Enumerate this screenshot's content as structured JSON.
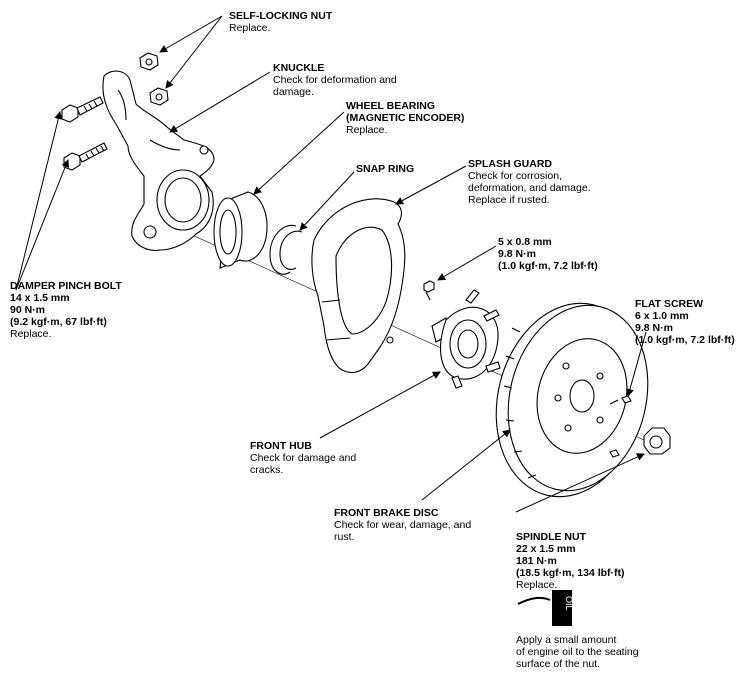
{
  "labels": {
    "self_locking_nut": {
      "title": "SELF-LOCKING NUT",
      "desc": [
        "Replace."
      ]
    },
    "knuckle": {
      "title": "KNUCKLE",
      "desc": [
        "Check for deformation and",
        "damage."
      ]
    },
    "wheel_bearing": {
      "title": "WHEEL BEARING",
      "title2": "(MAGNETIC ENCODER)",
      "desc": [
        "Replace."
      ]
    },
    "snap_ring": {
      "title": "SNAP RING",
      "desc": []
    },
    "splash_guard": {
      "title": "SPLASH GUARD",
      "desc": [
        "Check for corrosion,",
        "deformation, and damage.",
        "Replace if rusted."
      ]
    },
    "screw_5": {
      "spec": [
        "5 x 0.8 mm",
        "9.8 N·m",
        "(1.0 kgf·m, 7.2 lbf·ft)"
      ]
    },
    "flat_screw": {
      "title": "FLAT SCREW",
      "spec": [
        "6 x 1.0 mm",
        "9.8 N·m",
        "(1.0 kgf·m, 7.2 lbf·ft)"
      ]
    },
    "damper_pinch_bolt": {
      "title": "DAMPER PINCH BOLT",
      "spec": [
        "14 x 1.5 mm",
        "90 N·m",
        "(9.2 kgf·m, 67 lbf·ft)"
      ],
      "desc": [
        "Replace."
      ]
    },
    "front_hub": {
      "title": "FRONT HUB",
      "desc": [
        "Check for damage and",
        "cracks."
      ]
    },
    "front_brake_disc": {
      "title": "FRONT BRAKE DISC",
      "desc": [
        "Check for wear, damage, and",
        "rust."
      ]
    },
    "spindle_nut": {
      "title": "SPINDLE NUT",
      "spec": [
        "22 x 1.5 mm",
        "181 N·m",
        "(18.5 kgf·m, 134 lbf·ft)"
      ],
      "desc": [
        "Replace."
      ]
    },
    "oil_note": {
      "icon_text": "OIL",
      "desc": [
        "Apply a small amount",
        "of engine oil to the seating",
        "surface of the nut."
      ]
    }
  }
}
